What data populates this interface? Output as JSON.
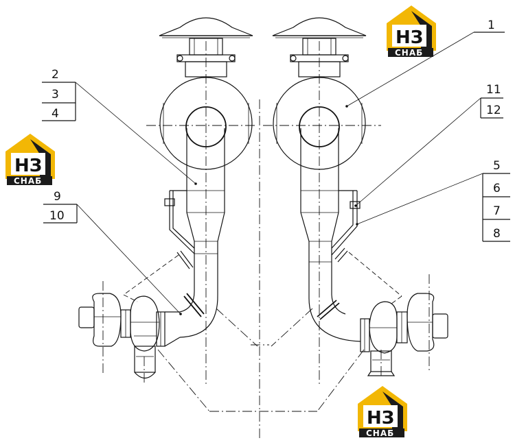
{
  "labels": {
    "l1": "1",
    "l2": "2",
    "l3": "3",
    "l4": "4",
    "l5": "5",
    "l6": "6",
    "l7": "7",
    "l8": "8",
    "l9": "9",
    "l10": "10",
    "l11": "11",
    "l12": "12"
  },
  "logo": {
    "mark": "НЗ",
    "caption": "СНАБ"
  },
  "colors": {
    "logo_yellow": "#f2b705",
    "logo_dark": "#1b1b1b",
    "line": "#111111"
  }
}
